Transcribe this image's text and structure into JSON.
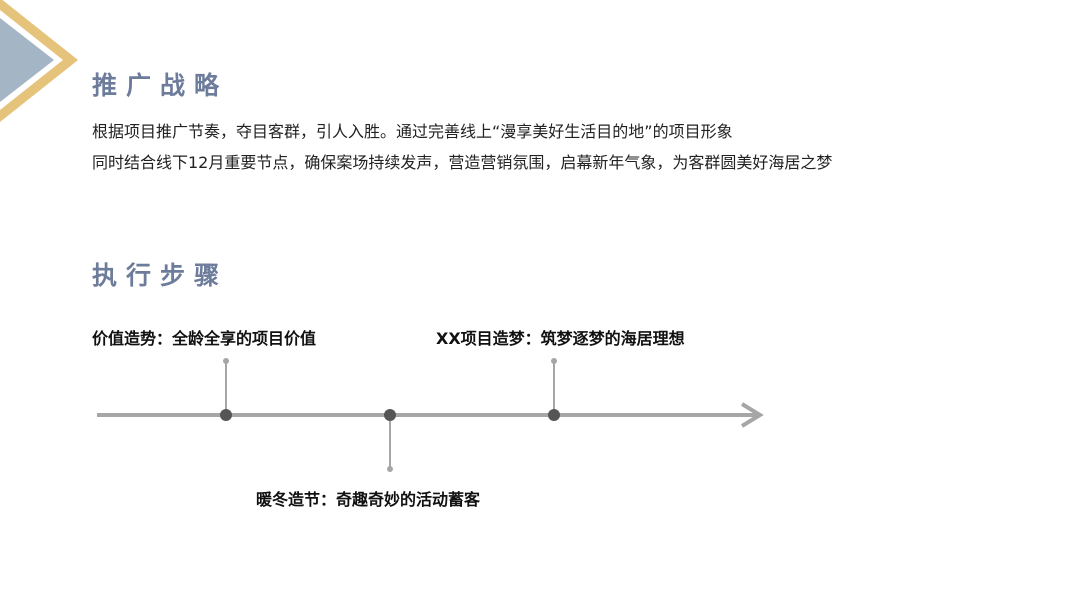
{
  "section1": {
    "title": "推广战略",
    "lines": [
      "根据项目推广节奏，夺目客群，引人入胜。通过完善线上“漫享美好生活目的地”的项目形象",
      "同时结合线下12月重要节点，确保案场持续发声，营造营销氛围，启幕新年气象，为客群圆美好海居之梦"
    ]
  },
  "section2": {
    "title": "执行步骤",
    "steps": [
      {
        "label": "价值造势：全龄全享的项目价值"
      },
      {
        "label": "暖冬造节：奇趣奇妙的活动蓄客"
      },
      {
        "label": "XX项目造梦：筑梦逐梦的海居理想"
      }
    ]
  },
  "colors": {
    "accent_gold": "#e6c37a",
    "accent_blue": "#a4b6c6",
    "heading": "#6e7c9c",
    "timeline": "#a6a6a6",
    "node": "#555555"
  }
}
